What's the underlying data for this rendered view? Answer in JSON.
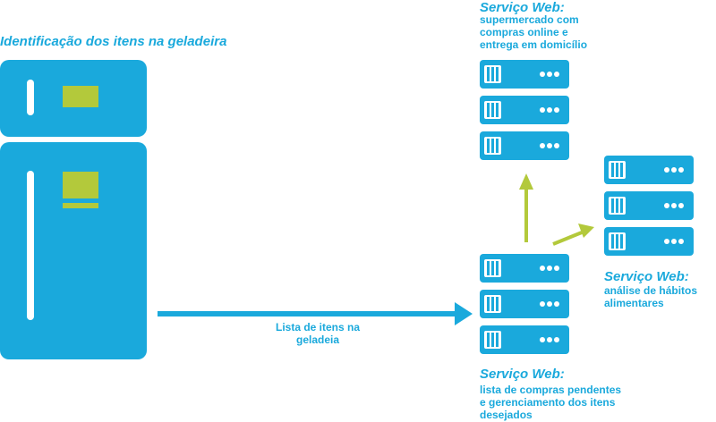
{
  "client": {
    "title_line1": "Identificação dos itens na geladeira",
    "title_line2": "Cliente web"
  },
  "arrow_label": "Lista de itens na\ngeladeia",
  "services": [
    {
      "title": "Serviço Web:",
      "description": "supermercado com\ncompras online e\nentrega em domicílio"
    },
    {
      "title": "Serviço Web:",
      "description": "análise de hábitos\nalimentares"
    },
    {
      "title": "Serviço Web:",
      "description": "lista de compras pendentes\ne gerenciamento dos itens\ndesejados"
    }
  ],
  "colors": {
    "blue": "#1aa9dc",
    "green": "#b3c93b",
    "white": "#ffffff"
  }
}
